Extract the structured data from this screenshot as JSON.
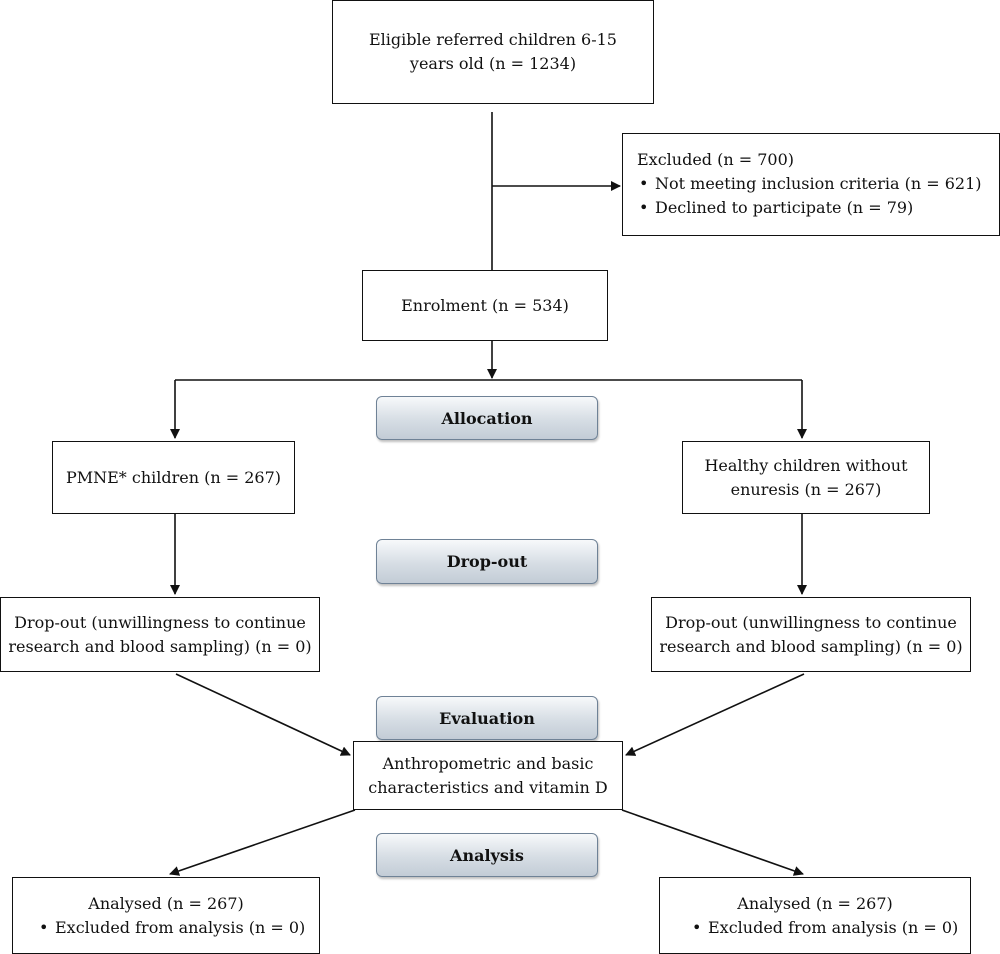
{
  "flowchart": {
    "eligible": {
      "line1": "Eligible referred children 6-15",
      "line2": "years old (n = 1234)"
    },
    "excluded": {
      "title": "Excluded (n = 700)",
      "items": [
        "Not meeting inclusion criteria (n = 621)",
        "Declined to participate (n = 79)"
      ]
    },
    "enrolment": "Enrolment (n = 534)",
    "stages": {
      "allocation": "Allocation",
      "dropout": "Drop-out",
      "evaluation": "Evaluation",
      "analysis": "Analysis"
    },
    "pmne_group": "PMNE* children (n = 267)",
    "healthy_group": {
      "line1": "Healthy children without",
      "line2": "enuresis (n = 267)"
    },
    "dropout_left": {
      "line1": "Drop-out (unwillingness to continue",
      "line2": "research and blood sampling) (n = 0)"
    },
    "dropout_right": {
      "line1": "Drop-out (unwillingness to continue",
      "line2": "research and blood sampling) (n = 0)"
    },
    "evaluation_box": {
      "line1": "Anthropometric and basic",
      "line2": "characteristics and vitamin D"
    },
    "analysed_left": {
      "title": "Analysed (n = 267)",
      "item": "Excluded from analysis (n = 0)"
    },
    "analysed_right": {
      "title": "Analysed (n = 267)",
      "item": "Excluded from analysis (n = 0)"
    }
  }
}
